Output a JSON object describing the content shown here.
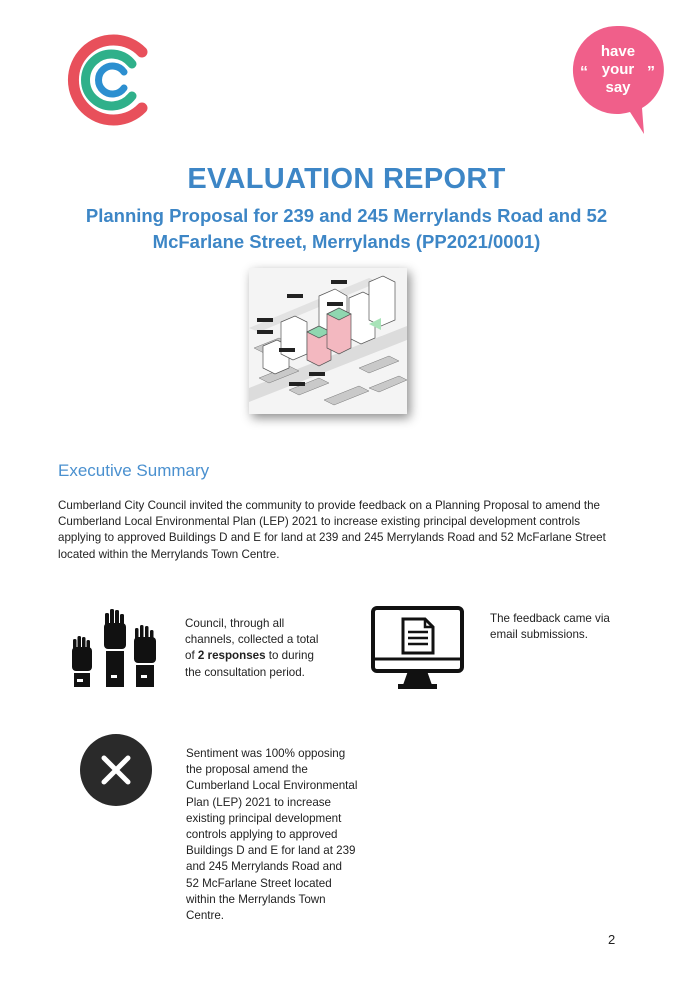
{
  "header": {
    "left_logo": "cumberland-c-logo",
    "right_logo": {
      "icon": "have-your-say-speech-bubble",
      "lines": [
        "have",
        "your",
        "say"
      ]
    }
  },
  "title": "EVALUATION REPORT",
  "subtitle_line1": "Planning Proposal for 239 and 245 Merrylands Road and 52",
  "subtitle_line2": "McFarlane Street, Merrylands (PP2021/0001)",
  "hero_image": "3d-building-massing-render",
  "section_heading": "Executive Summary",
  "intro": "Cumberland City Council invited the community to provide feedback on a Planning Proposal to amend the Cumberland Local Environmental Plan (LEP) 2021 to increase existing principal development controls applying to approved Buildings D and E for land at 239 and 245 Merrylands Road and 52 McFarlane Street located within the Merrylands Town Centre.",
  "stats": {
    "responses": {
      "icon": "raised-hands-icon",
      "before": "Council, through all channels, collected a total of ",
      "highlight": "2 responses",
      "after": " to during the consultation period."
    },
    "feedback": {
      "icon": "monitor-document-icon",
      "text": "The feedback came via email submissions."
    },
    "sentiment": {
      "icon": "close-circle-icon",
      "text": "Sentiment was 100% opposing the proposal amend the Cumberland Local Environmental Plan (LEP) 2021 to increase existing principal development controls applying to approved Buildings D and E for land at 239 and 245 Merrylands Road and 52 McFarlane Street located within the Merrylands Town Centre."
    }
  },
  "page_number": "2",
  "colors": {
    "heading_blue": "#3d86c6",
    "logo_red": "#e8505b",
    "logo_green": "#2fb08a",
    "logo_blue": "#2c8fd0",
    "say_pink": "#f05f8a"
  }
}
